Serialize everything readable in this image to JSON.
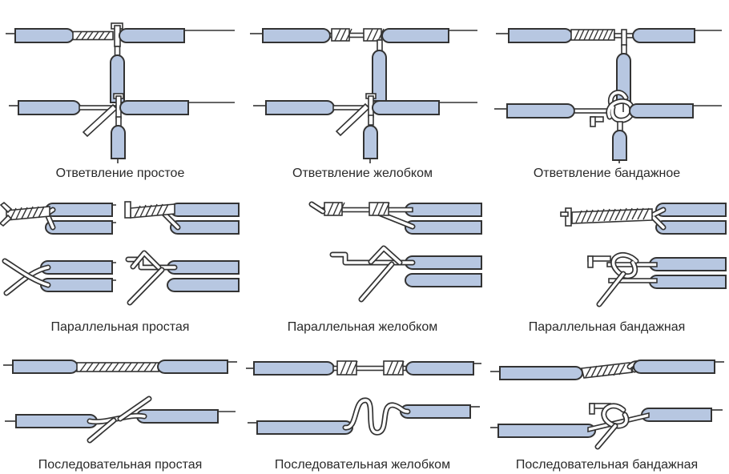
{
  "diagram": {
    "type": "wire-splice-techniques",
    "colors": {
      "insulation": "#b7c7e1",
      "outline": "#333333",
      "text": "#2a2a2a",
      "background": "#ffffff"
    },
    "cells": [
      {
        "id": "branch-simple",
        "label": "Ответвление простое"
      },
      {
        "id": "branch-groove",
        "label": "Ответвление желобком"
      },
      {
        "id": "branch-bandage",
        "label": "Ответвление бандажное"
      },
      {
        "id": "parallel-simple",
        "label": "Параллельная простая"
      },
      {
        "id": "parallel-groove",
        "label": "Параллельная желобком"
      },
      {
        "id": "parallel-bandage",
        "label": "Параллельная бандажная"
      },
      {
        "id": "series-simple",
        "label": "Последовательная простая"
      },
      {
        "id": "series-groove",
        "label": "Последовательная желобком"
      },
      {
        "id": "series-bandage",
        "label": "Последовательная бандажная"
      }
    ]
  }
}
